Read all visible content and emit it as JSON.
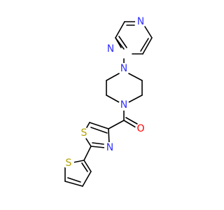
{
  "structure": {
    "atom_labels": {
      "pyrazine_n1": "N",
      "pyrazine_n4": "N",
      "piperazine_n1": "N",
      "piperazine_n4": "N",
      "carbonyl_o": "O",
      "thiazole_s": "S",
      "thiazole_n": "N",
      "thiophene_s": "S"
    },
    "colors": {
      "nitrogen": "#3333ff",
      "oxygen": "#ff0000",
      "sulfur": "#b2a100",
      "bond": "#000000"
    }
  }
}
